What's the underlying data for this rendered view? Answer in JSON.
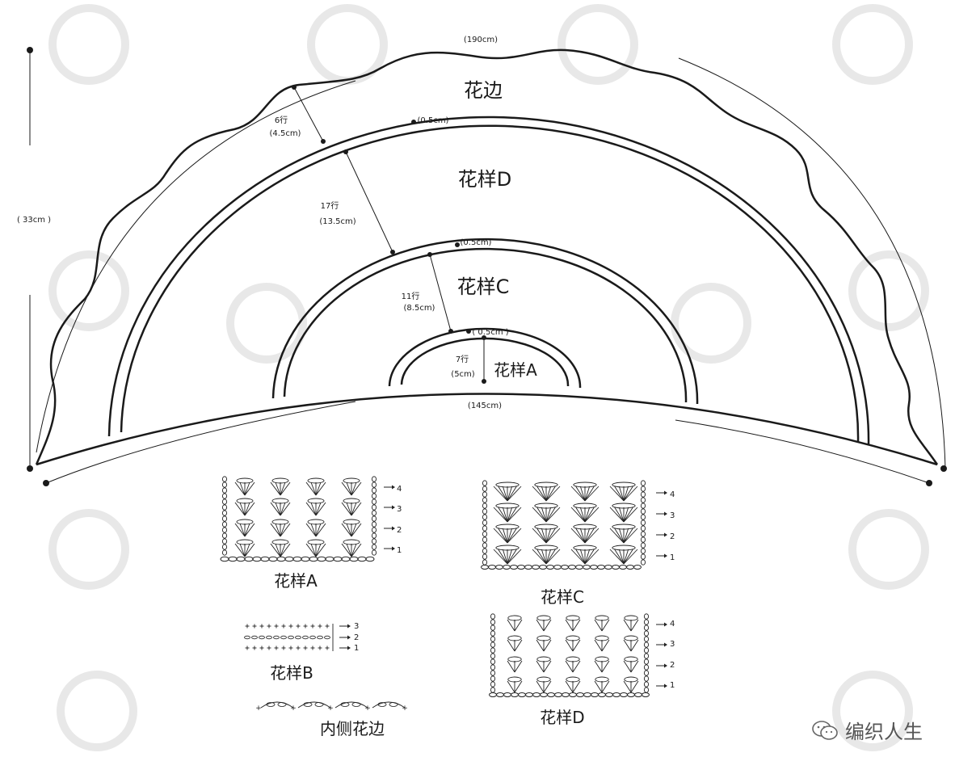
{
  "measurements": {
    "outer_arc": "(190cm)",
    "inner_arc": "(145cm)",
    "height": "( 33cm )",
    "border_rows": "6行",
    "border_cm": "(4.5cm)",
    "gap1": "(0.5cm)",
    "d_rows": "17行",
    "d_cm": "(13.5cm)",
    "gap2": "(0.5cm)",
    "c_rows": "11行",
    "c_cm": "(8.5cm)",
    "gap3": "( 0.5cm )",
    "a_rows": "7行",
    "a_cm": "(5cm)"
  },
  "regions": {
    "border": "花边",
    "pattern_d": "花样D",
    "pattern_c": "花样C",
    "pattern_a": "花样A"
  },
  "swatches": {
    "a": {
      "title": "花样A",
      "rows": [
        "4",
        "3",
        "2",
        "1"
      ]
    },
    "b": {
      "title": "花样B",
      "rows": [
        "3",
        "2",
        "1"
      ]
    },
    "c": {
      "title": "花样C",
      "rows": [
        "4",
        "3",
        "2",
        "1"
      ]
    },
    "d": {
      "title": "花样D",
      "rows": [
        "4",
        "3",
        "2",
        "1"
      ]
    },
    "inner_edge": {
      "title": "内侧花边"
    }
  },
  "watermark": {
    "text": "编织人生",
    "icon": "wechat-icon"
  }
}
